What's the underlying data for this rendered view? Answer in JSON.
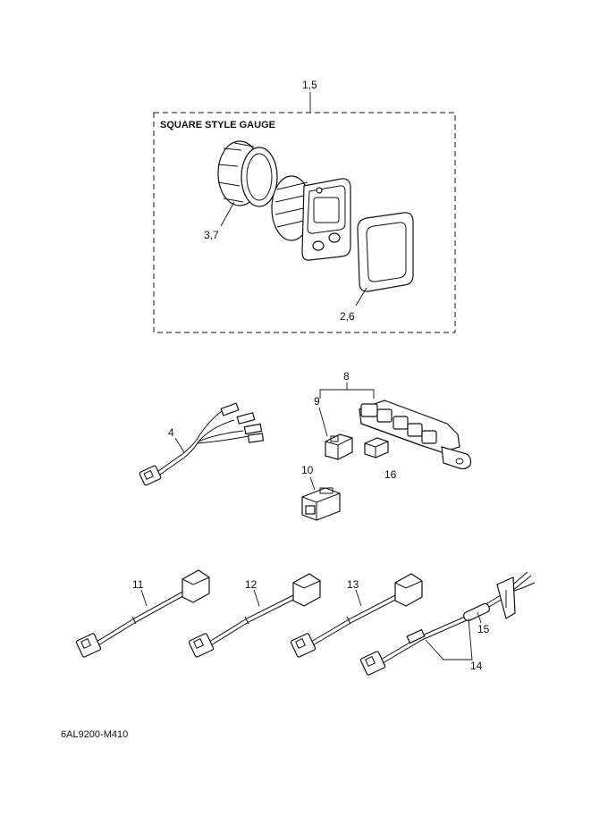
{
  "box_title": "SQUARE STYLE GAUGE",
  "drawing_code": "6AL9200-M410",
  "callouts": {
    "c15": "1,5",
    "c37": "3,7",
    "c26": "2,6",
    "c4": "4",
    "c8": "8",
    "c9": "9",
    "c10": "10",
    "c16": "16",
    "c11": "11",
    "c12": "12",
    "c13": "13",
    "c14": "14",
    "c15b": "15"
  },
  "parts": [
    {
      "name": "gauge-assembly",
      "icon": "square-gauge-icon"
    },
    {
      "name": "gauge-nut",
      "icon": "ring-nut-icon"
    },
    {
      "name": "gauge-gasket",
      "icon": "square-gasket-icon"
    },
    {
      "name": "y-harness",
      "icon": "wire-harness-icon"
    },
    {
      "name": "junction-hub",
      "icon": "connector-hub-icon"
    },
    {
      "name": "terminator-plug",
      "icon": "plug-icon"
    },
    {
      "name": "connector-cap",
      "icon": "cap-icon"
    },
    {
      "name": "extension-cable",
      "icon": "cable-icon"
    },
    {
      "name": "power-cable",
      "icon": "fuse-cable-icon"
    }
  ]
}
